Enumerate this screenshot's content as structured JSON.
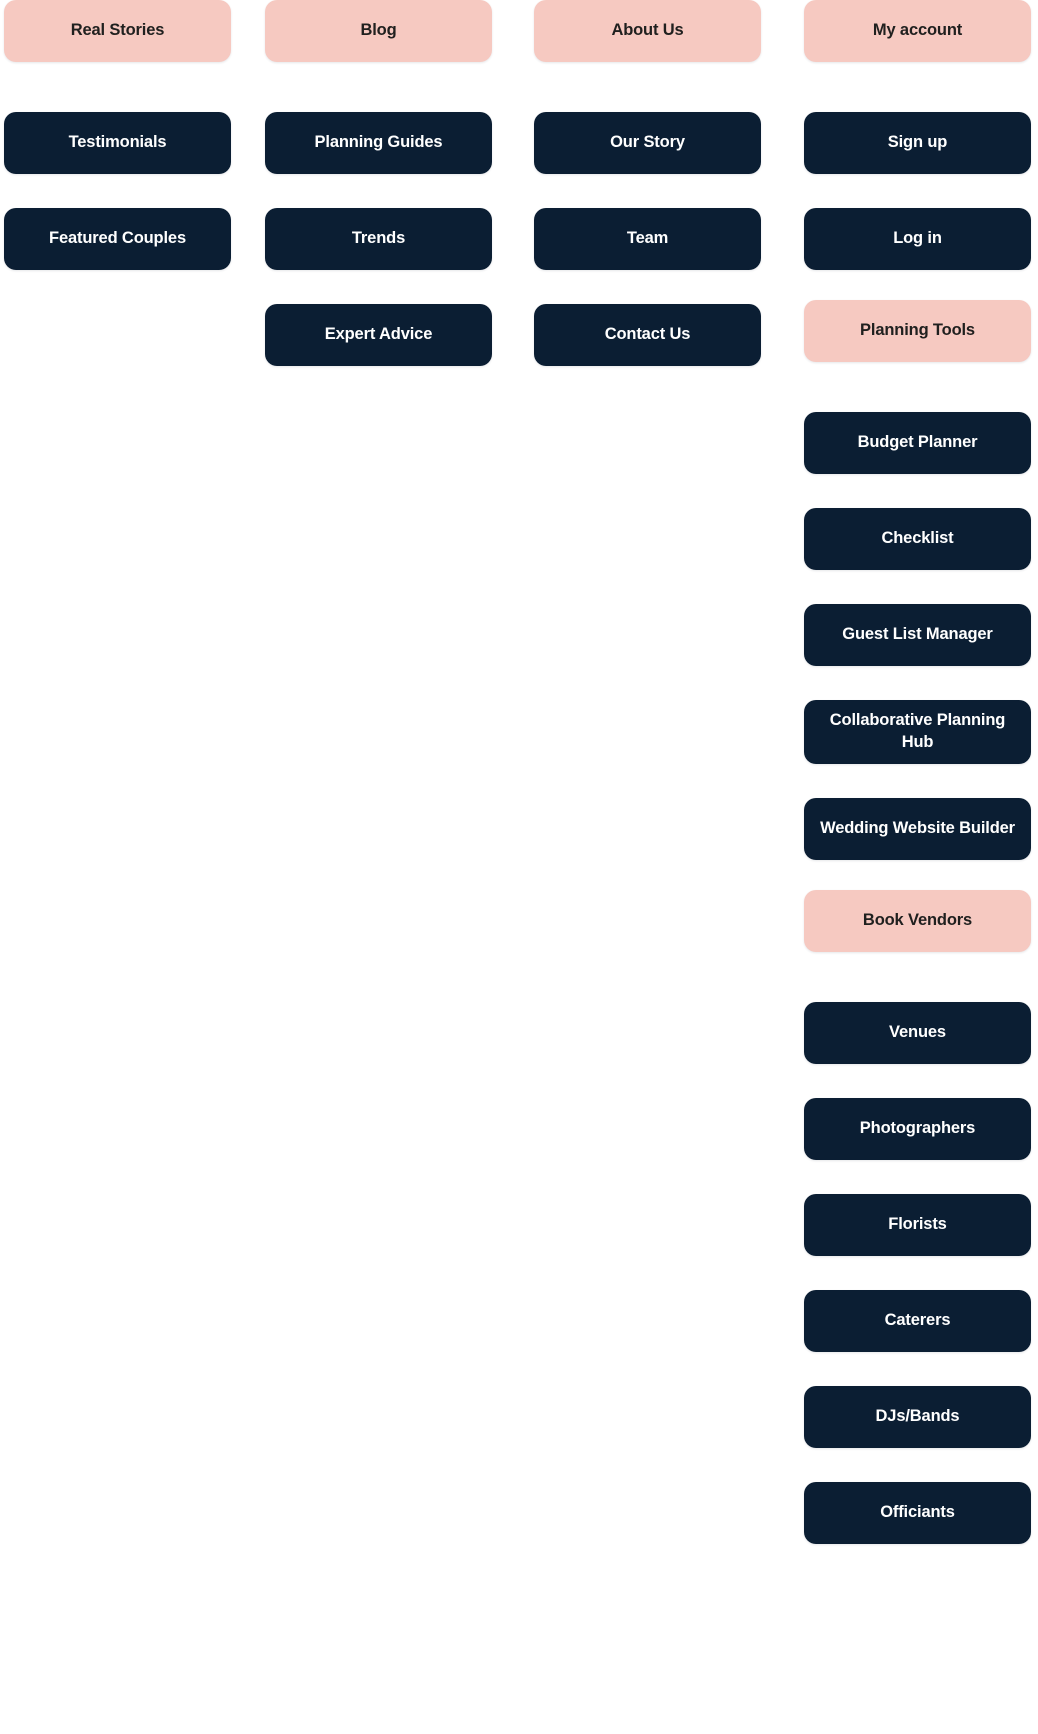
{
  "theme": {
    "page_background": "#ffffff",
    "heading_background": "#F6C9C1",
    "heading_text": "#20201F",
    "item_background": "#0B1E33",
    "item_text": "#FFFFFF"
  },
  "menu": {
    "columns": [
      {
        "key": "real-stories",
        "heading": "Real Stories",
        "groups": [
          {
            "items": [
              "Testimonials",
              "Featured Couples"
            ]
          }
        ]
      },
      {
        "key": "blog",
        "heading": "Blog",
        "groups": [
          {
            "items": [
              "Planning Guides",
              "Trends",
              "Expert Advice"
            ]
          }
        ]
      },
      {
        "key": "about-us",
        "heading": "About Us",
        "groups": [
          {
            "items": [
              "Our Story",
              "Team",
              "Contact Us"
            ]
          }
        ]
      },
      {
        "key": "my-account",
        "heading": "My account",
        "groups": [
          {
            "items": [
              "Sign up",
              "Log in"
            ]
          },
          {
            "heading": "Planning Tools",
            "items": [
              "Budget Planner",
              "Checklist",
              "Guest List Manager",
              "Collaborative Planning Hub",
              "Wedding Website Builder"
            ]
          },
          {
            "heading": "Book Vendors",
            "items": [
              "Venues",
              "Photographers",
              "Florists",
              "Caterers",
              "DJs/Bands",
              "Officiants"
            ]
          }
        ]
      }
    ]
  }
}
